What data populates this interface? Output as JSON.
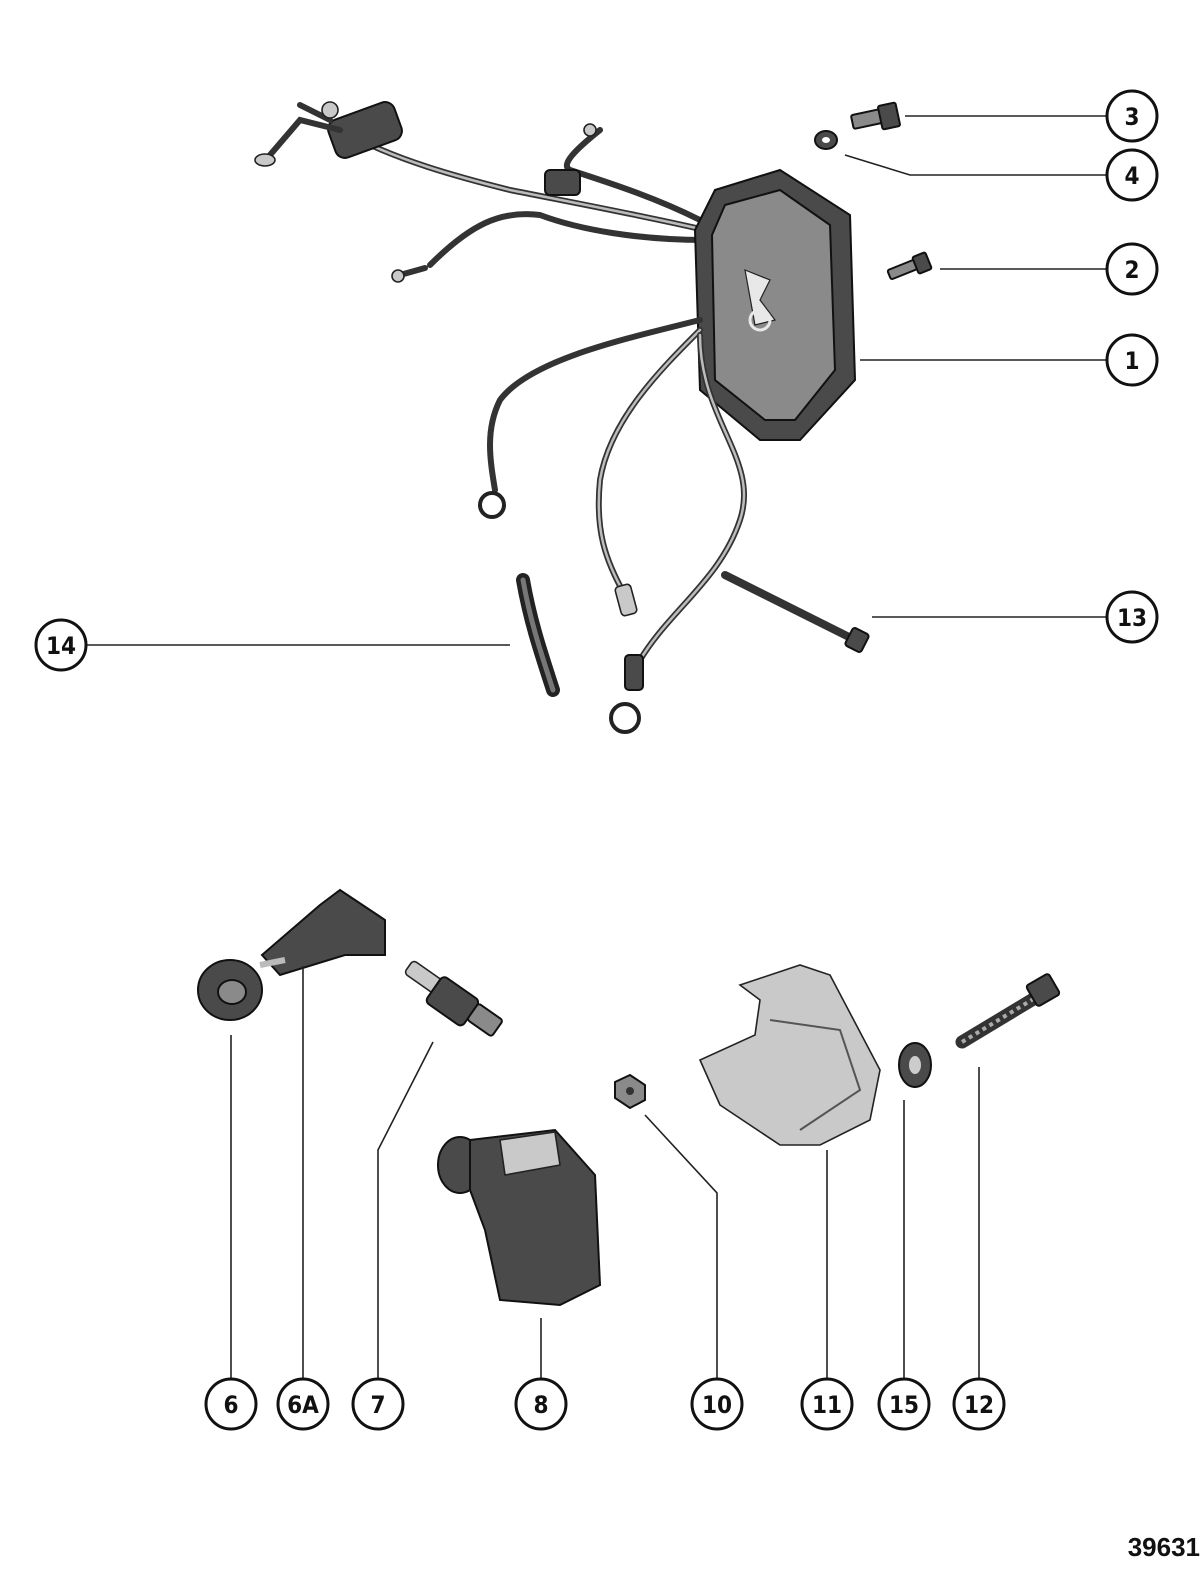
{
  "figure_number": "39631",
  "callouts": [
    {
      "id": "c1",
      "label": "1"
    },
    {
      "id": "c2",
      "label": "2"
    },
    {
      "id": "c3",
      "label": "3"
    },
    {
      "id": "c4",
      "label": "4"
    },
    {
      "id": "c13",
      "label": "13"
    },
    {
      "id": "c14",
      "label": "14"
    },
    {
      "id": "c6",
      "label": "6"
    },
    {
      "id": "c6a",
      "label": "6A"
    },
    {
      "id": "c7",
      "label": "7"
    },
    {
      "id": "c8",
      "label": "8"
    },
    {
      "id": "c10",
      "label": "10"
    },
    {
      "id": "c11",
      "label": "11"
    },
    {
      "id": "c15",
      "label": "15"
    },
    {
      "id": "c12",
      "label": "12"
    }
  ]
}
